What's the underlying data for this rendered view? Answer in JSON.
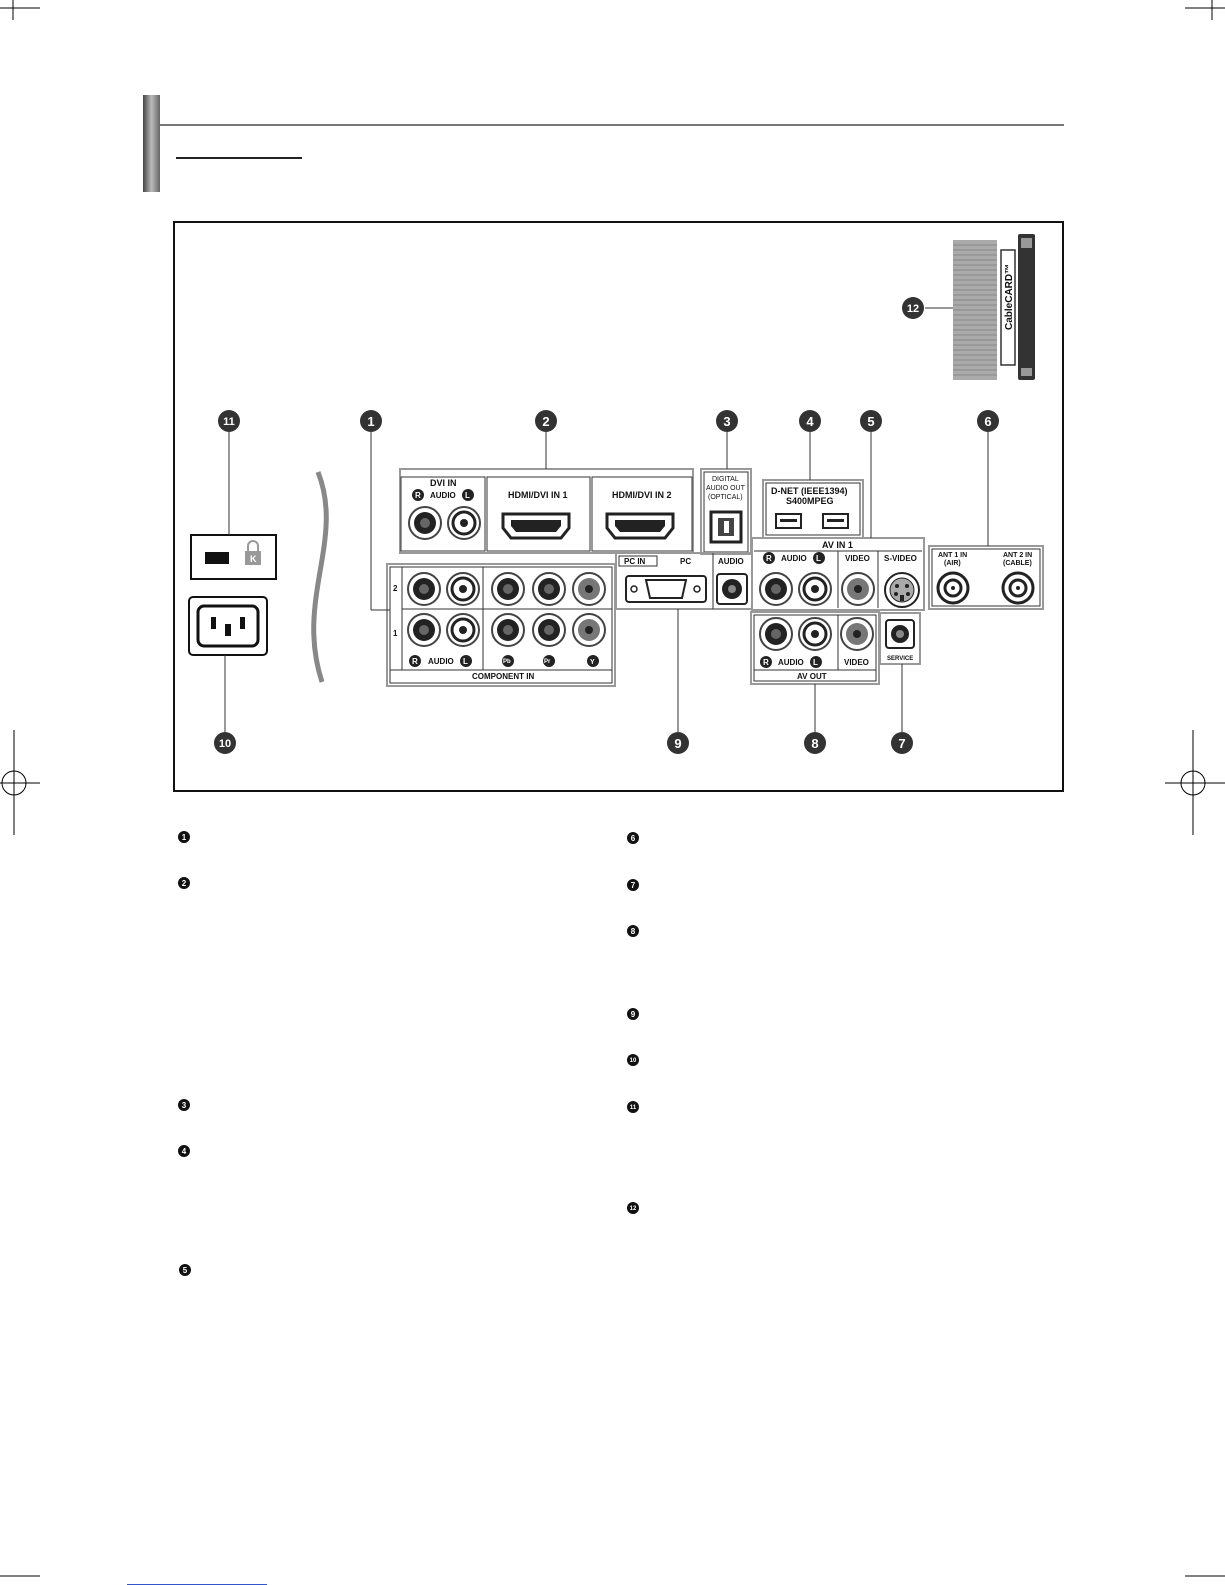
{
  "connectors": {
    "dvi_in": "DVI IN",
    "audio": "AUDIO",
    "hdmi_1": "HDMI/DVI IN 1",
    "hdmi_2": "HDMI/DVI IN 2",
    "digital_audio_out": [
      "DIGITAL",
      "AUDIO OUT",
      "(OPTICAL)"
    ],
    "dnet": [
      "D-NET (IEEE1394)",
      "S400MPEG"
    ],
    "av_in_1": "AV IN 1",
    "video": "VIDEO",
    "s_video": "S-VIDEO",
    "ant_1": [
      "ANT 1 IN",
      "(AIR)"
    ],
    "ant_2": [
      "ANT 2 IN",
      "(CABLE)"
    ],
    "pc_in": "PC IN",
    "pc": "PC",
    "audio_caps": "AUDIO",
    "component_in": "COMPONENT IN",
    "component_pb": "Pb",
    "component_pr": "Pr",
    "component_y": "Y",
    "row_2": "2",
    "row_1": "1",
    "r": "R",
    "l": "L",
    "av_out": "AV OUT",
    "service": "SERVICE",
    "cablecard": "CableCARD™",
    "kensington": "K"
  },
  "callouts": [
    "1",
    "2",
    "3",
    "4",
    "5",
    "6",
    "7",
    "8",
    "9",
    "10",
    "11",
    "12"
  ],
  "legend_left": [
    "1",
    "2",
    "3",
    "4",
    "5"
  ],
  "legend_right": [
    "6",
    "7",
    "8",
    "9",
    "10",
    "11",
    "12"
  ]
}
